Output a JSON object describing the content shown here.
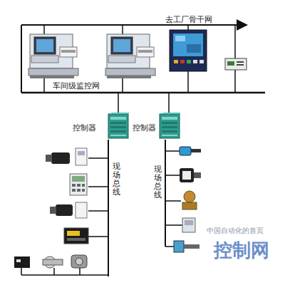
{
  "diagram": {
    "nodes": [
      {
        "text": [
          "控制器"
        ]
      },
      {
        "text": [
          "控制器"
        ]
      }
    ],
    "labels": [
      "去工厂骨干网",
      "车间级监控网",
      "现场总线",
      "现场总线",
      "中国自动化的首页",
      "控制网"
    ]
  }
}
